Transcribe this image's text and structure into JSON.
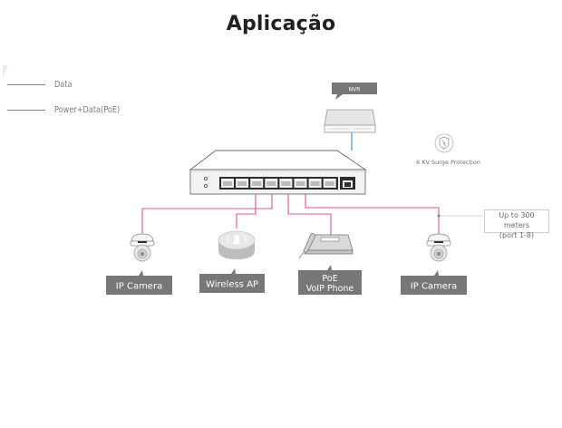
{
  "header": {
    "title": "Aplicação"
  },
  "legend": [
    {
      "label": "Data",
      "color": "#3b97d3"
    },
    {
      "label": "Power+Data(PoE)",
      "color": "#e0509a"
    }
  ],
  "devices": {
    "nvr": {
      "label": "NVR"
    },
    "switch": {
      "poe_ports": 8,
      "uplink_ports": 1
    },
    "endpoints": [
      {
        "label": "IP Camera",
        "icon": "dome-camera-icon"
      },
      {
        "label": "Wireless AP",
        "icon": "access-point-icon"
      },
      {
        "label_line1": "PoE",
        "label_line2": "VoIP Phone",
        "icon": "phone-icon"
      },
      {
        "label": "IP Camera",
        "icon": "dome-camera-icon"
      }
    ]
  },
  "annotations": {
    "surge": "6 KV Surge Protection",
    "distance_line1": "Up to 300 meters",
    "distance_line2": "(port 1-8)"
  },
  "colors": {
    "data": "#3b97d3",
    "poe": "#e0509a",
    "label_bg": "#777777"
  }
}
